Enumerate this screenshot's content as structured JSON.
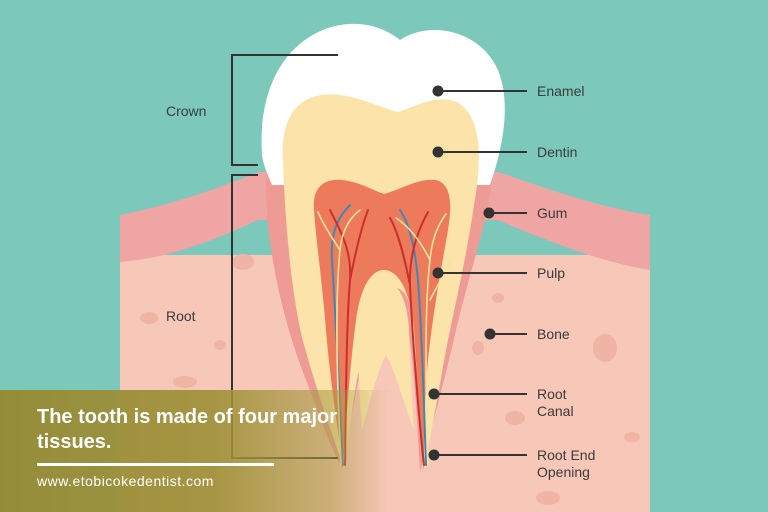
{
  "diagram": {
    "colors": {
      "background": "#7cc8bb",
      "gum": "#f0a5a5",
      "bone": "#f7c7b7",
      "enamel": "#ffffff",
      "dentin": "#fbe3a9",
      "pulp": "#ee7a5c",
      "artery": "#c9302c",
      "vein": "#3d88b5",
      "nerve": "#f6e39b",
      "leader": "#333333"
    },
    "brackets": {
      "crown": "Crown",
      "root": "Root"
    },
    "labels": {
      "enamel": "Enamel",
      "dentin": "Dentin",
      "gum": "Gum",
      "pulp": "Pulp",
      "bone": "Bone",
      "root_canal": "Root\nCanal",
      "root_end_opening": "Root End\nOpening"
    }
  },
  "caption": {
    "title": "The tooth is made of four major tissues.",
    "url": "www.etobicokedentist.com"
  }
}
